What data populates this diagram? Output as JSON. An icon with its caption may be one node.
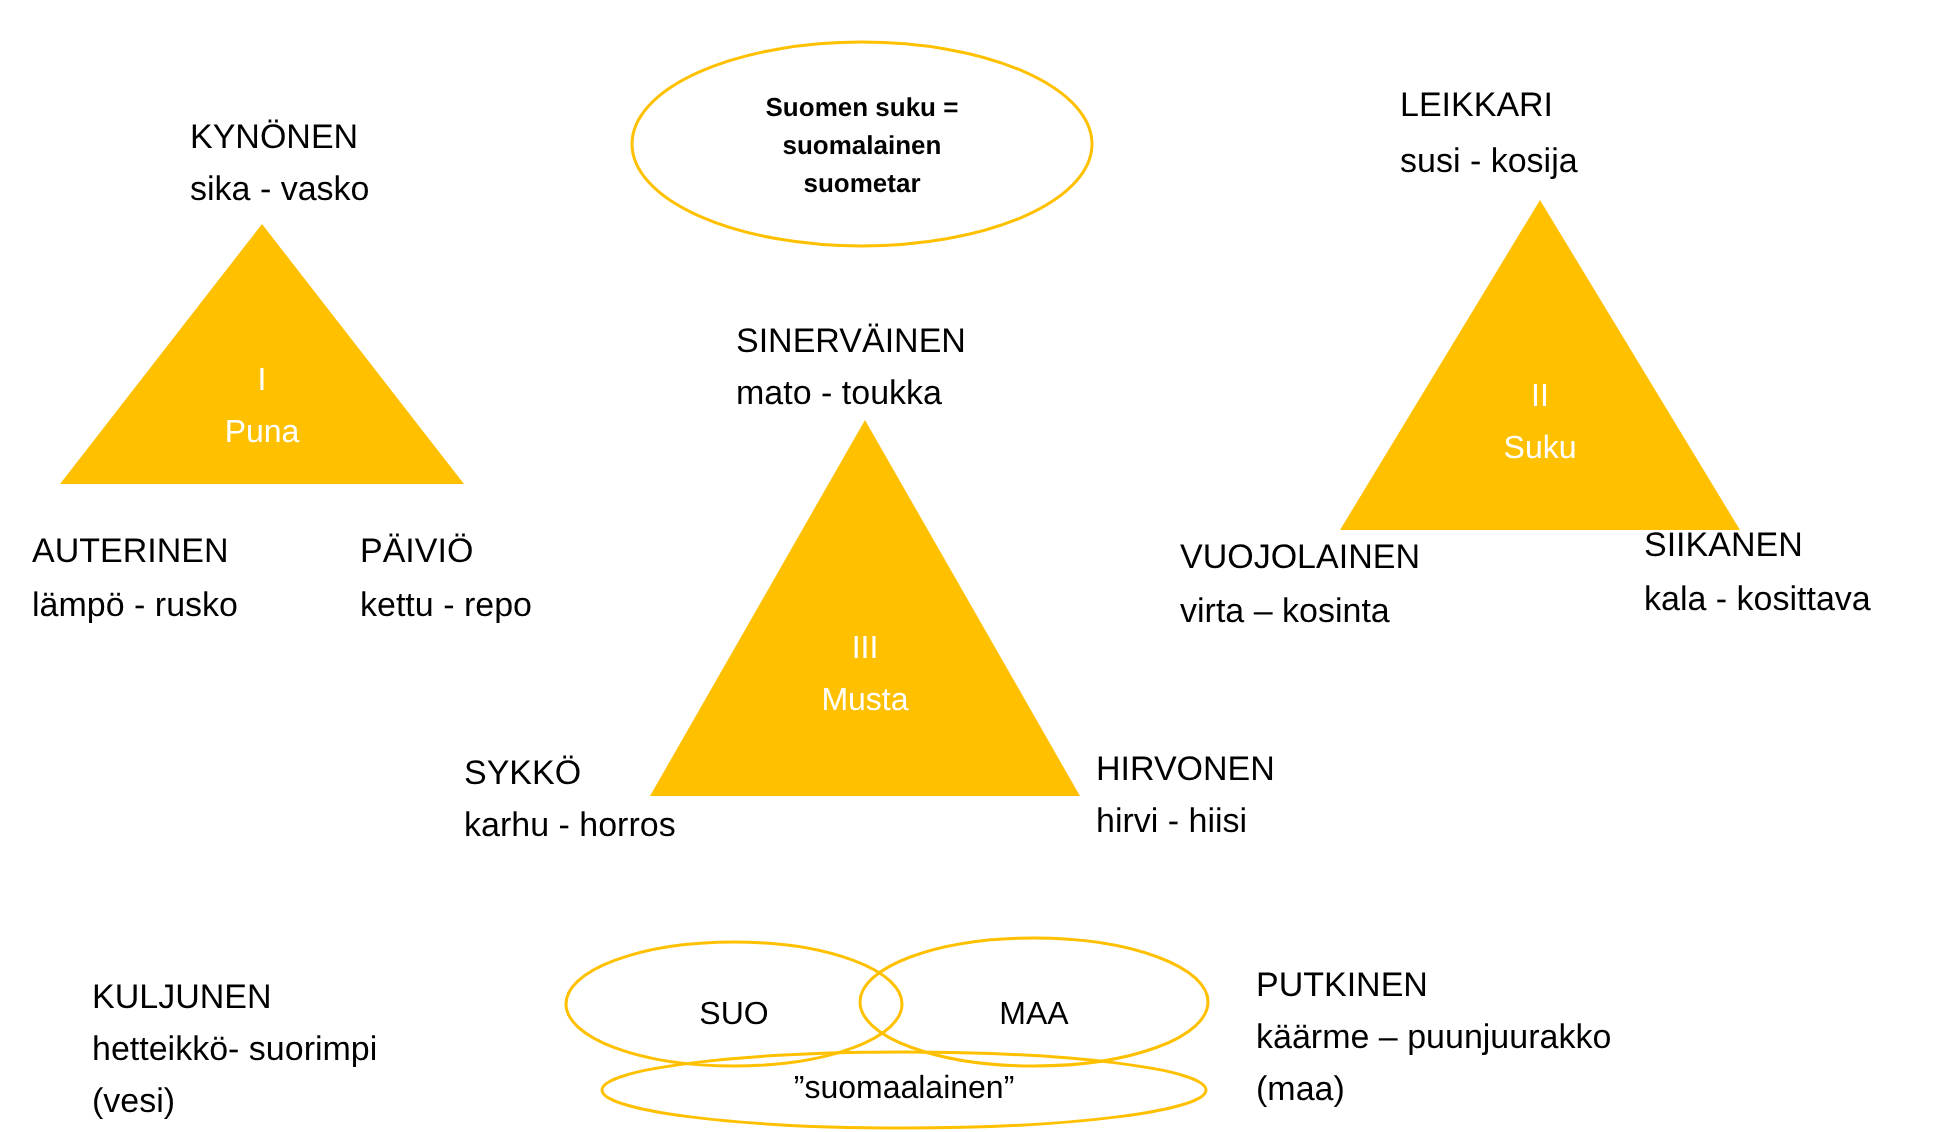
{
  "diagram": {
    "nodes": [
      {
        "text": [
          "Suomen suku = suomalainen suometar"
        ]
      },
      {
        "text": [
          "I",
          "Puna"
        ]
      },
      {
        "text": [
          "II",
          "Suku"
        ]
      },
      {
        "text": [
          "III",
          "Musta"
        ]
      },
      {
        "text": [
          "SUO"
        ]
      },
      {
        "text": [
          "MAA"
        ]
      },
      {
        "text": [
          "”suomaalainen”"
        ]
      }
    ],
    "labels": [
      "LEIKKARI",
      "susi - kosija",
      "KYNÖNEN",
      "sika - vasko",
      "SINERVÄINEN",
      "mato - toukka",
      "SIIKANEN",
      "kala - kosittava",
      "AUTERINEN",
      "lämpö - rusko",
      "PÄIVIÖ",
      "kettu - repo",
      "VUOJOLAINEN",
      "virta – kosinta",
      "HIRVONEN",
      "hirvi - hiisi",
      "SYKKÖ",
      "karhu - horros",
      "PUTKINEN",
      "käärme – puunjuurakko",
      "(maa)",
      "KULJUNEN",
      "hetteikkö- suorimpi",
      "(vesi)"
    ]
  }
}
